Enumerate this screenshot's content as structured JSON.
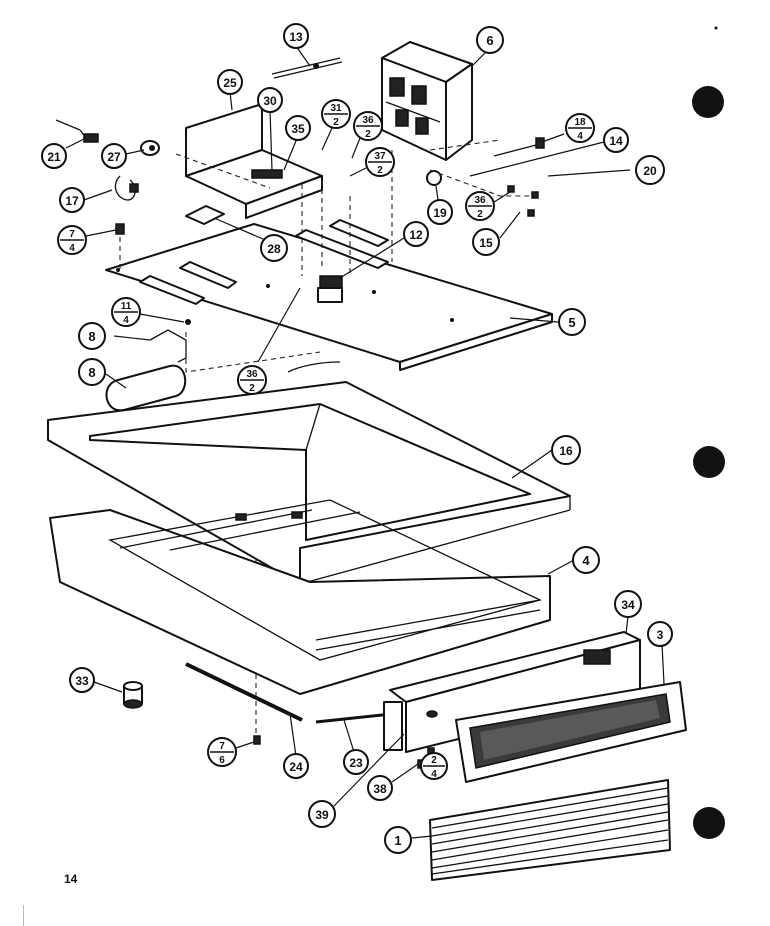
{
  "page": {
    "number": "14"
  },
  "callouts": {
    "c1": "1",
    "c3": "3",
    "c4": "4",
    "c5": "5",
    "c6": "6",
    "c8a": "8",
    "c8b": "8",
    "c12": "12",
    "c13": "13",
    "c14": "14",
    "c15": "15",
    "c16": "16",
    "c17": "17",
    "c19": "19",
    "c20": "20",
    "c21": "21",
    "c23": "23",
    "c24": "24",
    "c25": "25",
    "c27": "27",
    "c28": "28",
    "c30": "30",
    "c33": "33",
    "c34": "34",
    "c35": "35",
    "c38": "38",
    "c39": "39"
  },
  "fraction_callouts": {
    "f31_2": {
      "top": "31",
      "bottom": "2"
    },
    "f36_2a": {
      "top": "36",
      "bottom": "2"
    },
    "f37_2": {
      "top": "37",
      "bottom": "2"
    },
    "f18_4": {
      "top": "18",
      "bottom": "4"
    },
    "f36_2b": {
      "top": "36",
      "bottom": "2"
    },
    "f7_4": {
      "top": "7",
      "bottom": "4"
    },
    "f11_4": {
      "top": "11",
      "bottom": "4"
    },
    "f36_2c": {
      "top": "36",
      "bottom": "2"
    },
    "f7_6": {
      "top": "7",
      "bottom": "6"
    },
    "f2_4": {
      "top": "2",
      "bottom": "4"
    }
  }
}
